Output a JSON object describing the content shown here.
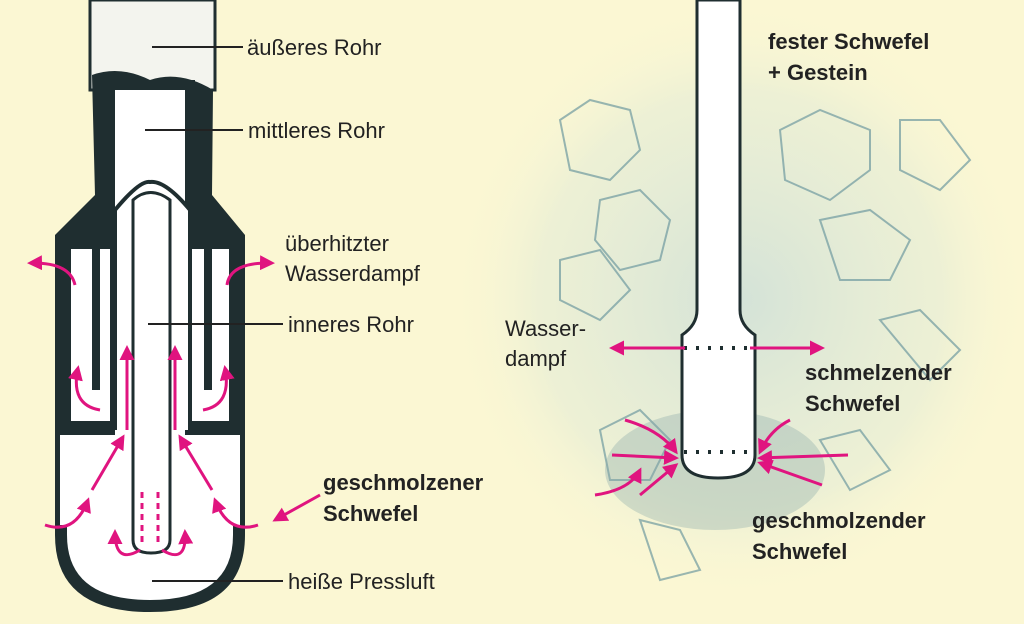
{
  "colors": {
    "background": "#fbf7d3",
    "arrow": "#e0147f",
    "pipe": "#1f2e30",
    "rock": "#6f9aa0"
  },
  "left_diagram": {
    "labels": {
      "outer_pipe": "äußeres Rohr",
      "middle_pipe": "mittleres Rohr",
      "steam_line1": "überhitzter",
      "steam_line2": "Wasserdampf",
      "inner_pipe": "inneres Rohr",
      "molten_line1": "geschmolzener",
      "molten_line2": "Schwefel",
      "hot_air": "heiße Pressluft"
    }
  },
  "right_diagram": {
    "labels": {
      "solid_line1": "fester Schwefel",
      "solid_line2": "+ Gestein",
      "steam_line1": "Wasser-",
      "steam_line2": "dampf",
      "melting_line1": "schmelzender",
      "melting_line2": "Schwefel",
      "molten_line1": "geschmolzender",
      "molten_line2": "Schwefel"
    }
  }
}
